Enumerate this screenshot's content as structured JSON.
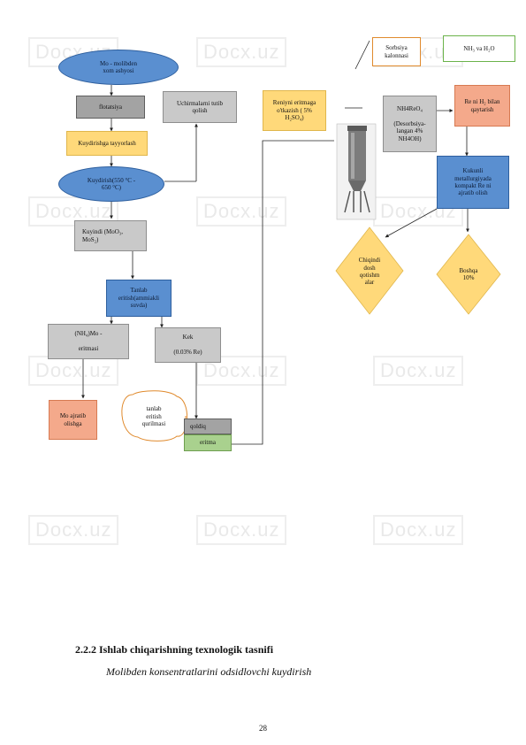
{
  "watermark": "Docx.uz",
  "nodes": {
    "mo_raw": "Mo - molibden\nxom ashyosi",
    "flotation": "flotatsiya",
    "roast_prep": "Kuydirishga tayyorlash",
    "roast": "Kuydirish(550 °C -\n650 °C)",
    "residue": "Kuyindi (MoO₃,\nMoS₂)",
    "leach": "Tanlab\neritish(ammiakli\nsuvda)",
    "nh4_mo": "(NH₄)Mo -\n\neritmasi",
    "cake": "Kek\n\n(0.03% Re)",
    "mo_extract": "Mo ajratib\nolishga",
    "cloud": "tanlab\neritish\nqurilmasi",
    "solution_top": "qoldiq",
    "solution_bottom": "eritma",
    "exhaust": "Uchirmalarni tutib\nqolish",
    "rhenium_sorption": "Reniyni eritmaga\no'tkazish ( 5%\nH₂SO₄)",
    "sorption_column": "Sorbsiya\nkalonnasi",
    "nh4_h2o": "NH₃ va H₂O",
    "nh4reo4": "NH4ReO₄\n\n(Desorbsiya-\nlangan 4%\nNH4OH)",
    "re_h2": "Re ni H₂ bilan\nqaytarish",
    "powder": "Kukunli\nmetallurgiyada\nkompakt Re ni\najratib olish",
    "waste": "Chiqindi\ndosh\nqotishm\nalar",
    "boshqa": "Boshqa\n10%"
  },
  "heading": "2.2.2 Ishlab chiqarishning texnologik tasnifi",
  "subheading": "Molibden konsentratlarini odsidlovchi kuydirish",
  "page_number": "28",
  "icons": [
    "filter-column-icon",
    "cloud-icon",
    "arrow-icon"
  ]
}
